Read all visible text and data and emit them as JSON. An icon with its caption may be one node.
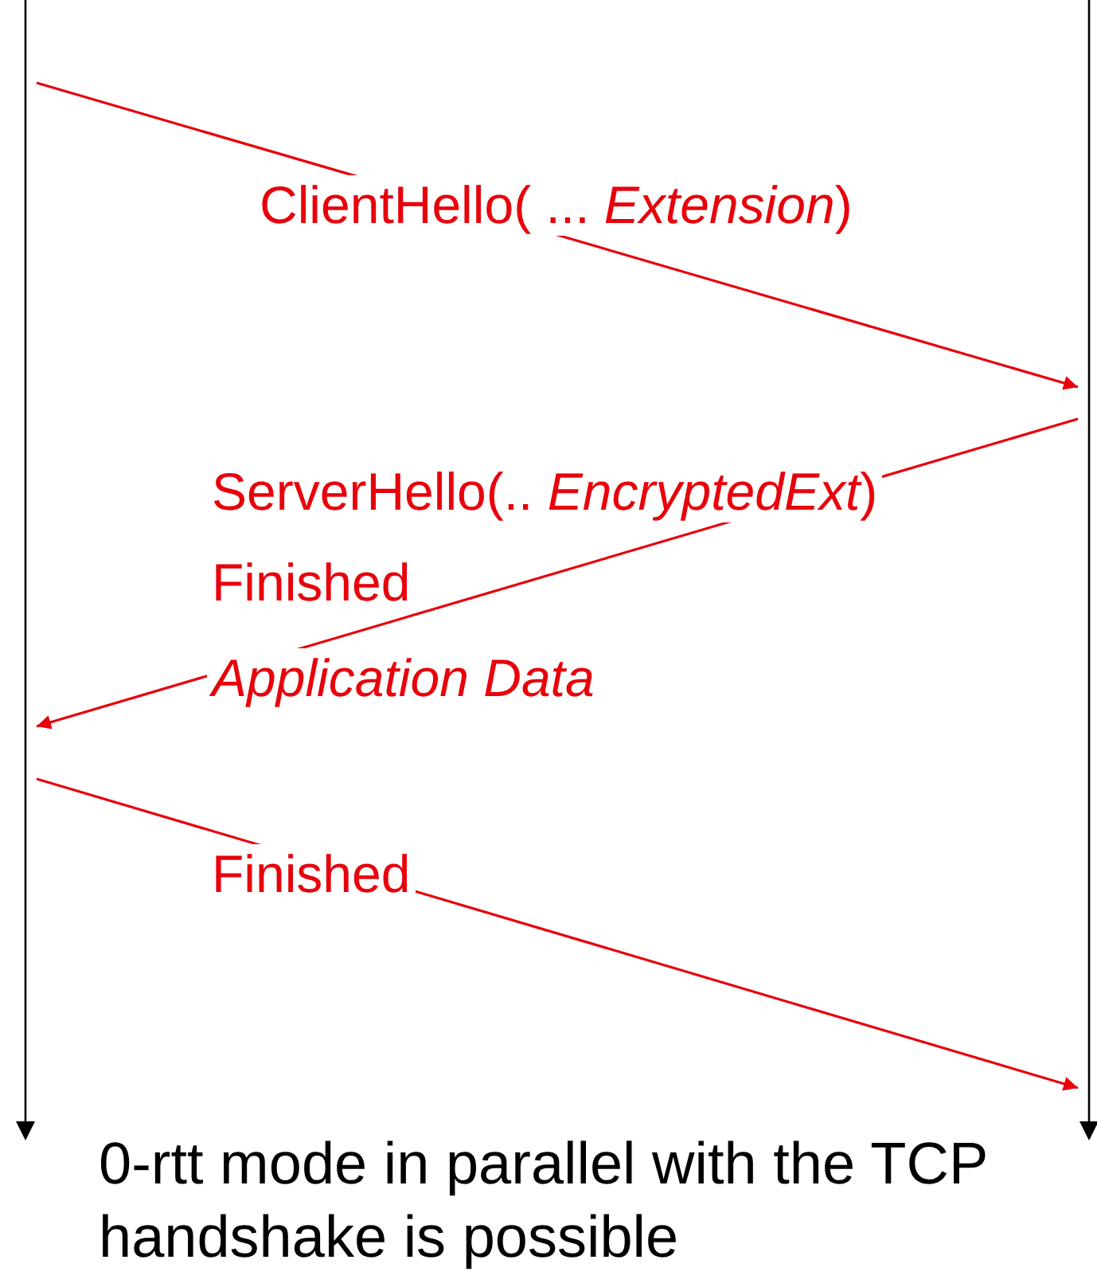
{
  "diagram": {
    "nodes": [
      {
        "text": [],
        "shape": "bar"
      },
      {
        "text": [],
        "shape": "bar"
      }
    ],
    "edges": [
      {
        "from": 0,
        "to": 1,
        "arrow": "to",
        "label": "ClientHello( ... *Extension*)"
      },
      {
        "from": 1,
        "to": 0,
        "arrow": "to",
        "label": "ServerHello(.. *EncryptedExt*)"
      },
      {
        "from": 0,
        "to": 1,
        "arrow": "to",
        "label": "Finished"
      }
    ],
    "labels": [
      "Finished",
      "Application Data"
    ],
    "caption": "0-rtt mode in parallel with the TCP handshake is possible"
  }
}
